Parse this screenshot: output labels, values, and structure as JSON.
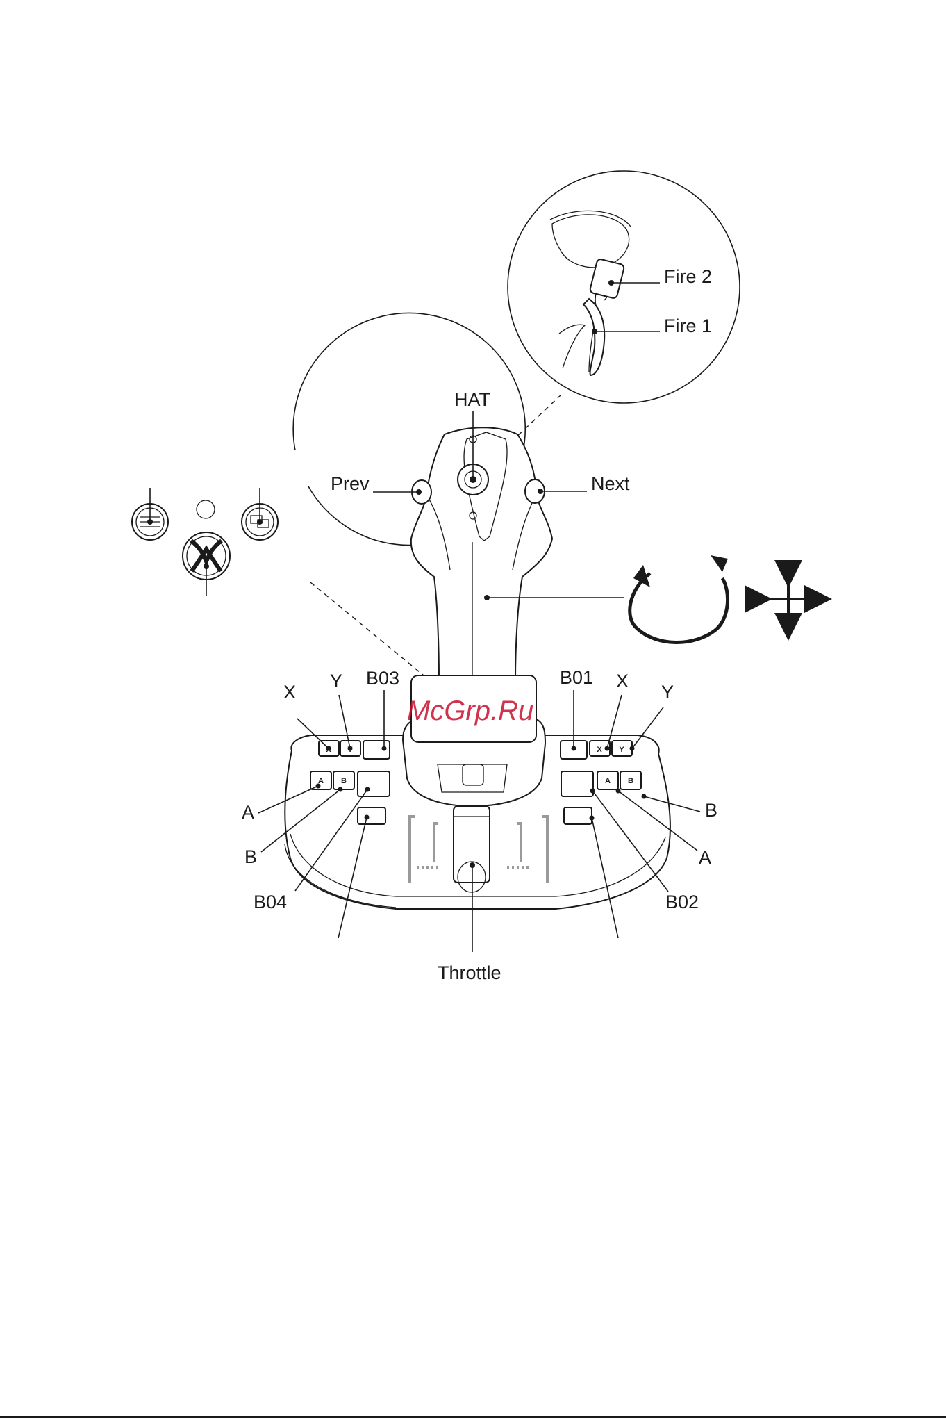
{
  "labels": {
    "fire2": "Fire 2",
    "fire1": "Fire 1",
    "hat": "HAT",
    "prev": "Prev",
    "next": "Next",
    "left_x": "X",
    "left_y": "Y",
    "b03": "B03",
    "b01": "B01",
    "right_x": "X",
    "right_y": "Y",
    "left_a": "A",
    "left_b": "B",
    "b04": "B04",
    "right_b": "B",
    "right_a": "A",
    "b02": "B02",
    "throttle": "Throttle"
  },
  "key_caps": {
    "x": "X",
    "y": "Y",
    "a": "A",
    "b": "B"
  },
  "watermark": "McGrp.Ru",
  "icons": {
    "view": "view-button-icon",
    "menu": "menu-button-icon",
    "xbox": "xbox-logo-icon",
    "twist": "twist-rotation-icon",
    "move": "four-way-arrow-icon"
  },
  "colors": {
    "ink": "#1a1a1a",
    "watermark": "#c8102e",
    "throttle_track": "#9a9a9a"
  }
}
